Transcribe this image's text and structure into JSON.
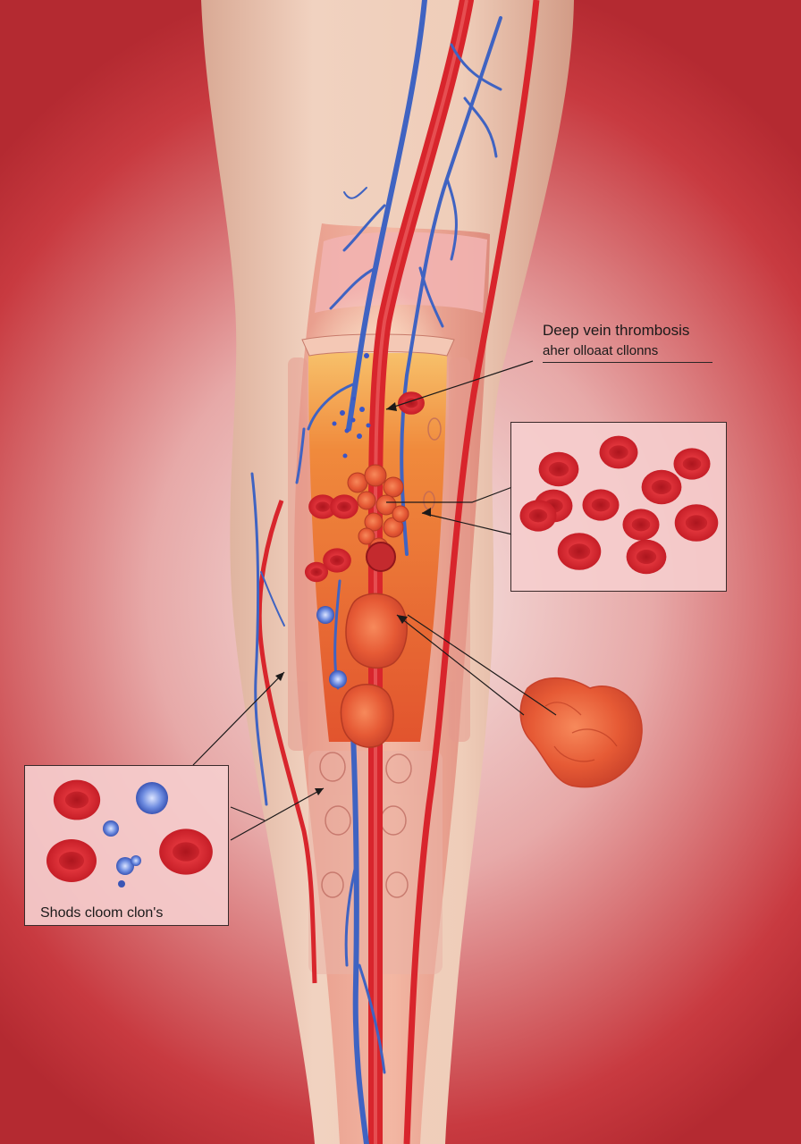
{
  "labels": {
    "title_line1": "Deep vein thrombosis",
    "title_line2": "aher olloaat cllonns"
  },
  "insets": {
    "cells_caption": "Shods cloom clon's"
  },
  "colors": {
    "skin": "#ecc6ae",
    "artery": "#d8252c",
    "vein": "#3f63c2",
    "clot": "#e85a3a",
    "rbc": "#d92731",
    "background_edge": "#b42a31"
  }
}
